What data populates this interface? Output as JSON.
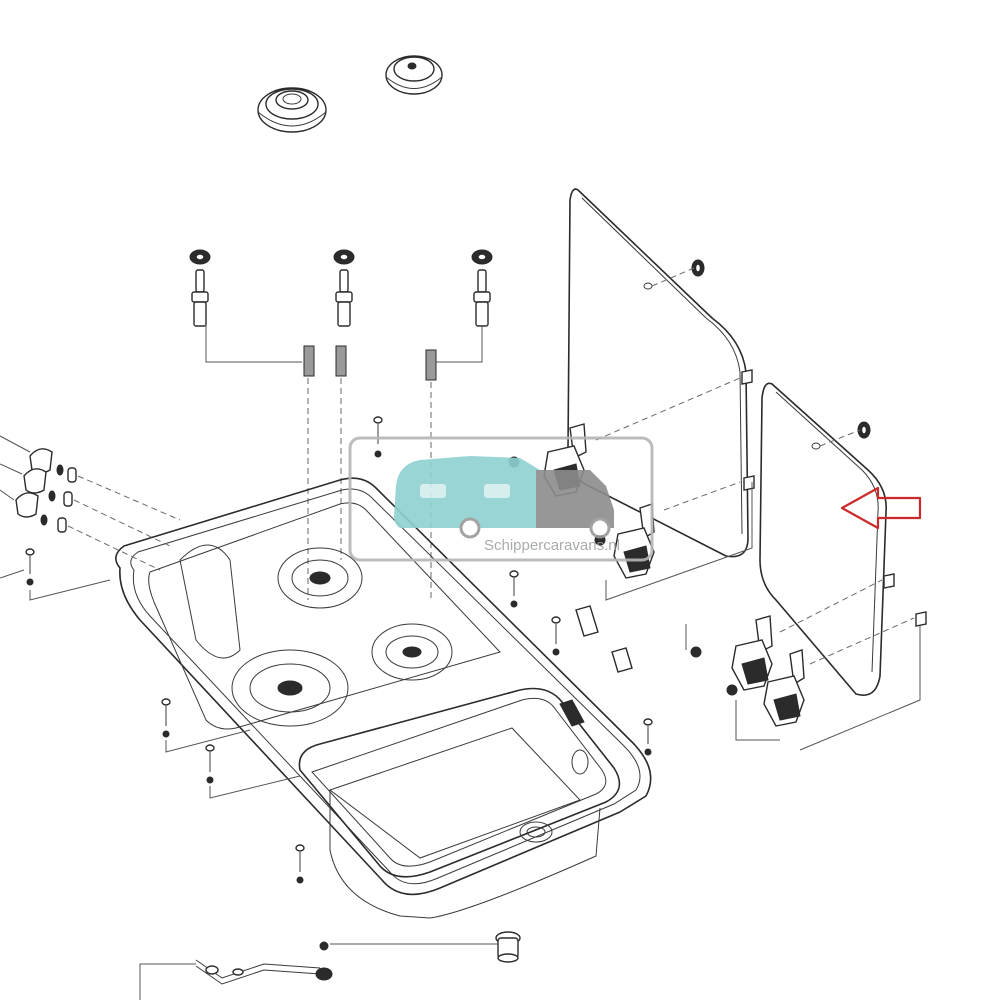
{
  "diagram": {
    "watermark": {
      "text": "Schippercaravans.nl",
      "van_color": "#8fd1d1",
      "van_dark_color": "#8c8c8c",
      "frame_color": "#b5b5b5"
    },
    "highlight_arrow": {
      "color": "#cc2a2a",
      "direction": "left",
      "points_to": "glass-lid-right"
    },
    "parts": [
      {
        "name": "burner-cap-large"
      },
      {
        "name": "burner-cap-small"
      },
      {
        "name": "ignition-electrodes"
      },
      {
        "name": "glass-lid-left"
      },
      {
        "name": "glass-lid-right"
      },
      {
        "name": "lid-hinges"
      },
      {
        "name": "hob-sink-combination"
      },
      {
        "name": "control-knobs"
      },
      {
        "name": "fixing-screws"
      },
      {
        "name": "drain-plug"
      },
      {
        "name": "gas-pipe"
      }
    ]
  }
}
